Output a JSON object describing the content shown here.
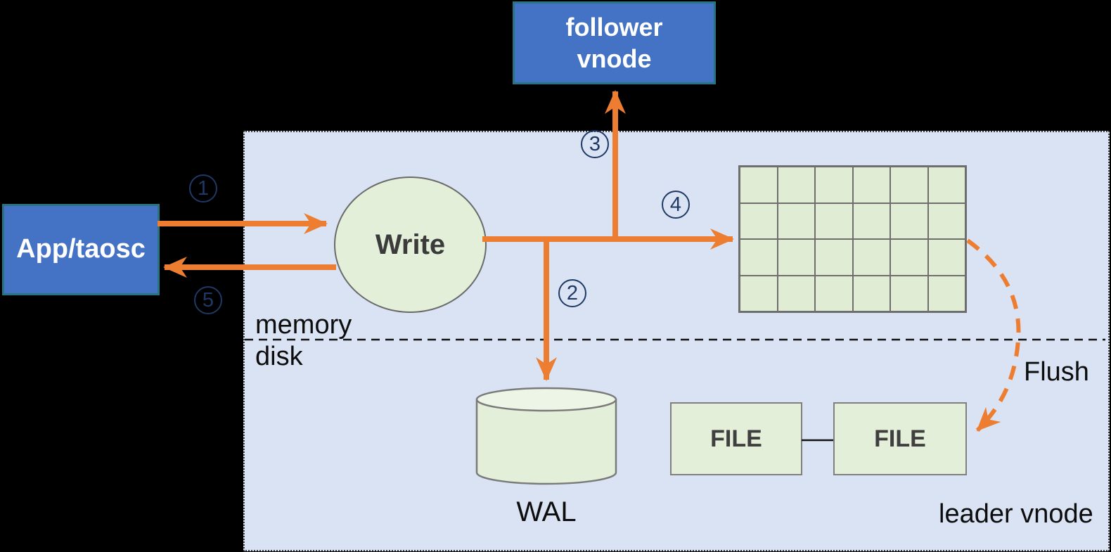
{
  "diagram": {
    "nodes": {
      "app": "App/taosc",
      "follower": "follower\nvnode",
      "write": "Write",
      "wal": "WAL",
      "file_left": "FILE",
      "file_right": "FILE",
      "leader_region": "leader vnode"
    },
    "zones": {
      "memory": "memory",
      "disk": "disk"
    },
    "flush_label": "Flush",
    "steps": [
      "1",
      "2",
      "3",
      "4",
      "5"
    ],
    "memory_table": {
      "rows": 4,
      "cols": 6
    },
    "colors": {
      "background": "#000000",
      "container_fill": "#DAE3F3",
      "node_blue": "#4472C4",
      "node_border_teal": "#2A7384",
      "shape_green": "#E3EFD9",
      "grid_green": "#E0EDD4",
      "arrow_orange": "#ED7D31",
      "step_navy": "#1F3864"
    }
  }
}
